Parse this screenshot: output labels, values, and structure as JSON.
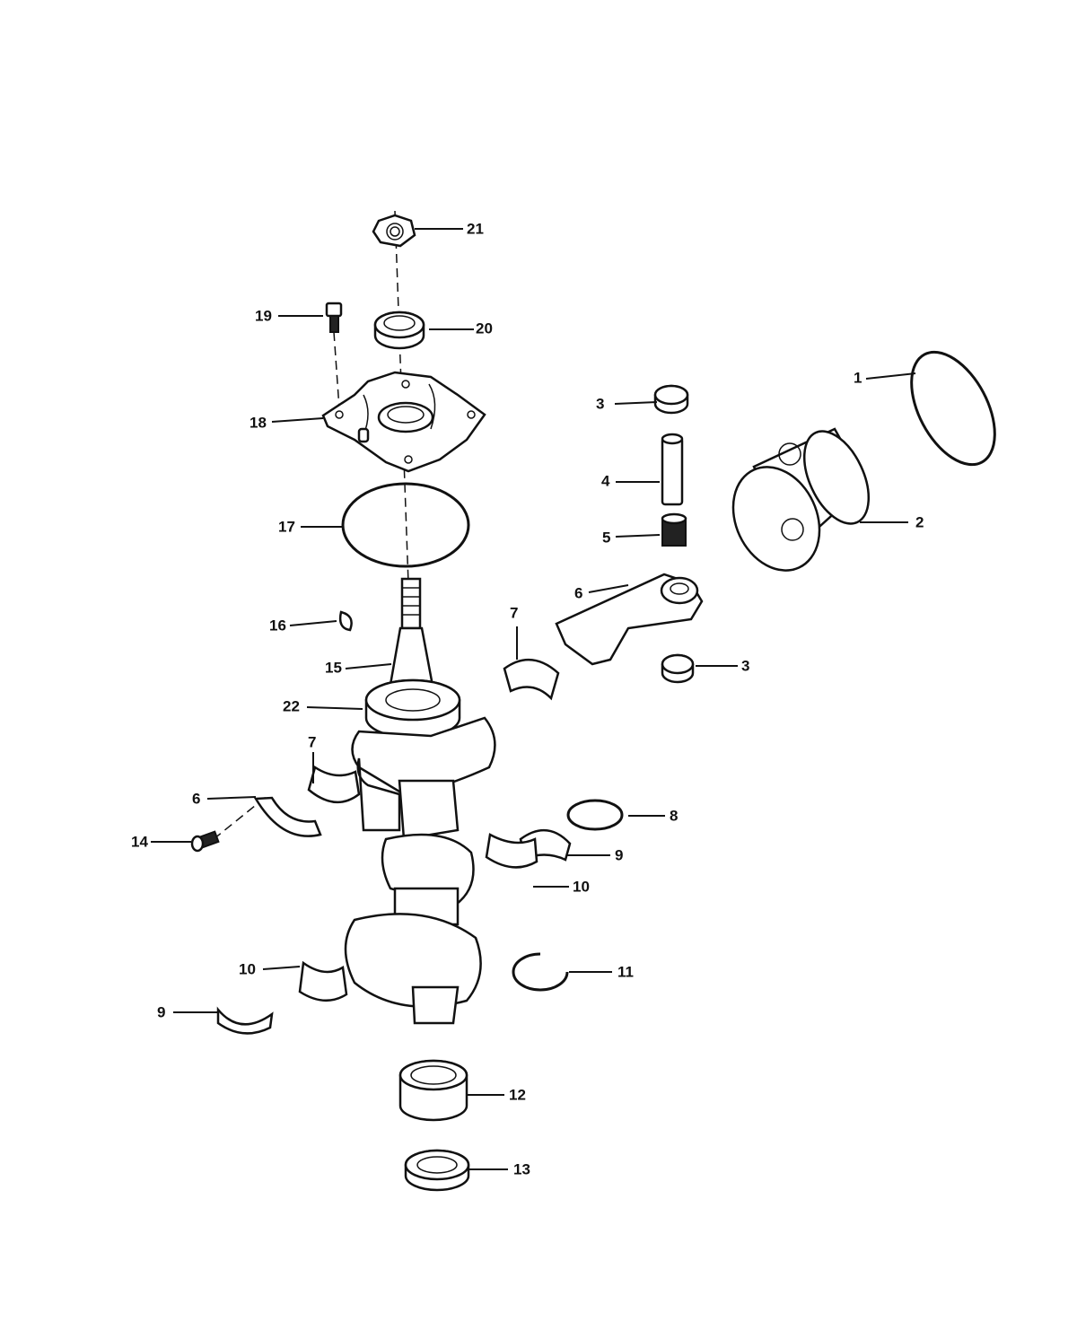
{
  "callouts": {
    "c1": "1",
    "c2": "2",
    "c3a": "3",
    "c3b": "3",
    "c4": "4",
    "c5": "5",
    "c6a": "6",
    "c6b": "6",
    "c7a": "7",
    "c7b": "7",
    "c8": "8",
    "c9a": "9",
    "c9b": "9",
    "c10a": "10",
    "c10b": "10",
    "c11": "11",
    "c12": "12",
    "c13": "13",
    "c14": "14",
    "c15": "15",
    "c16": "16",
    "c17": "17",
    "c18": "18",
    "c19": "19",
    "c20": "20",
    "c21": "21",
    "c22": "22"
  }
}
